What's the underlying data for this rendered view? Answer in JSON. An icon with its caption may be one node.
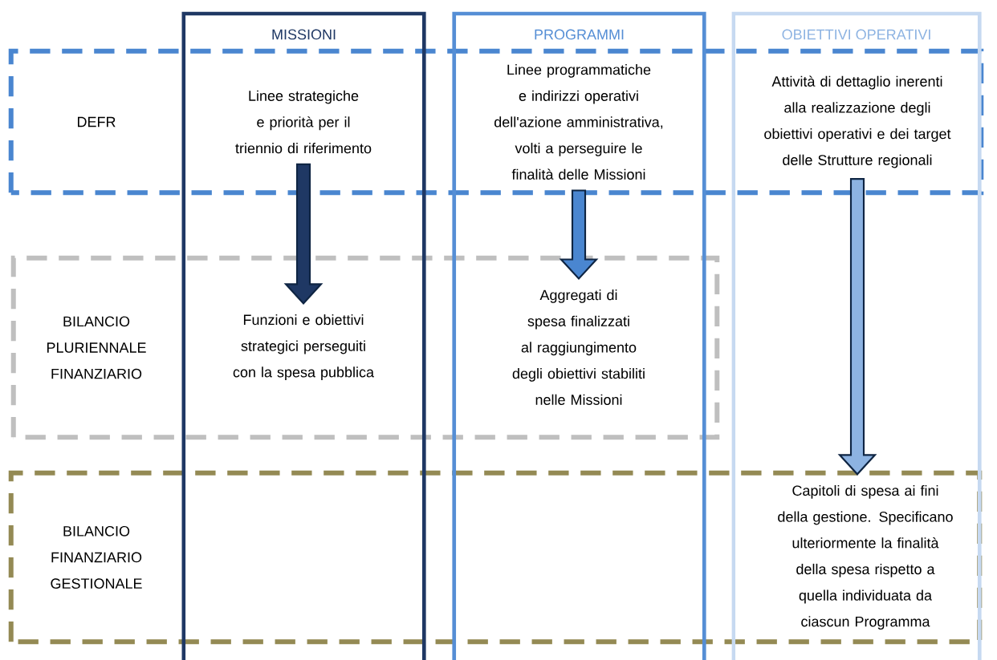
{
  "diagram": {
    "nodes": [
      {
        "text": [
          "MISSIONI"
        ]
      },
      {
        "text": [
          "PROGRAMMI"
        ]
      },
      {
        "text": [
          "OBIETTIVI OPERATIVI"
        ]
      },
      {
        "text": [
          "DEFR"
        ]
      },
      {
        "text": [
          "BILANCIO PLURIENNALE FINANZIARIO"
        ]
      },
      {
        "text": [
          "BILANCIO FINANZIARIO GESTIONALE"
        ]
      },
      {
        "text": [
          "Linee strategiche e priorità per il triennio di riferimento"
        ]
      },
      {
        "text": [
          "Linee programmatiche e indirizzi operativi dell'azione amministrativa, volti a perseguire le finalità delle Missioni"
        ]
      },
      {
        "text": [
          "Attività di dettaglio inerenti alla realizzazione degli obiettivi operativi e dei target delle Strutture regionali"
        ]
      },
      {
        "text": [
          "Funzioni e obiettivi strategici perseguiti con la spesa pubblica"
        ]
      },
      {
        "text": [
          "Aggregati di spesa finalizzati al raggiungimento degli obiettivi stabiliti nelle Missioni"
        ]
      },
      {
        "text": [
          "Capitoli di spesa ai fini della gestione. Specificano ulteriormente la finalità della spesa rispetto a quella individuata da ciascun Programma"
        ]
      }
    ],
    "edges": [
      {
        "from": 6,
        "to": 9,
        "arrow": "to",
        "color": "#1f3864"
      },
      {
        "from": 7,
        "to": 10,
        "arrow": "to",
        "color": "#4a86d0"
      },
      {
        "from": 8,
        "to": 11,
        "arrow": "to",
        "color": "#8db3e2"
      }
    ]
  }
}
